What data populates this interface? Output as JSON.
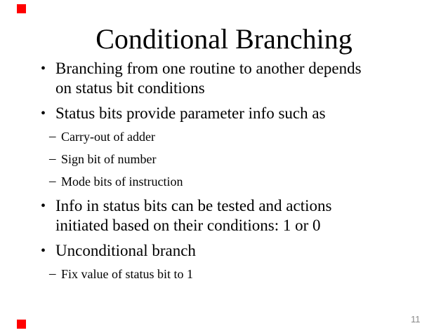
{
  "slide": {
    "title": "Conditional Branching",
    "bullets": [
      {
        "level": 1,
        "glyph": "•",
        "text": "Branching from one routine to another depends\non status bit conditions"
      },
      {
        "level": 1,
        "glyph": "•",
        "text": "Status bits provide parameter info such as"
      },
      {
        "level": 2,
        "glyph": "–",
        "text": "Carry-out of adder"
      },
      {
        "level": 2,
        "glyph": "–",
        "text": "Sign bit of number"
      },
      {
        "level": 2,
        "glyph": "–",
        "text": "Mode bits of instruction"
      },
      {
        "level": 1,
        "glyph": "•",
        "text": "Info in status bits can be tested and actions\ninitiated based on their conditions: 1 or 0"
      },
      {
        "level": 1,
        "glyph": "•",
        "text": "Unconditional branch"
      },
      {
        "level": 2,
        "glyph": "–",
        "text": "Fix value of status bit to 1"
      }
    ],
    "page_number": "11",
    "colors": {
      "background": "#ffffff",
      "text": "#000000",
      "page_number": "#898989",
      "corner_marker": "#ff0000"
    }
  }
}
